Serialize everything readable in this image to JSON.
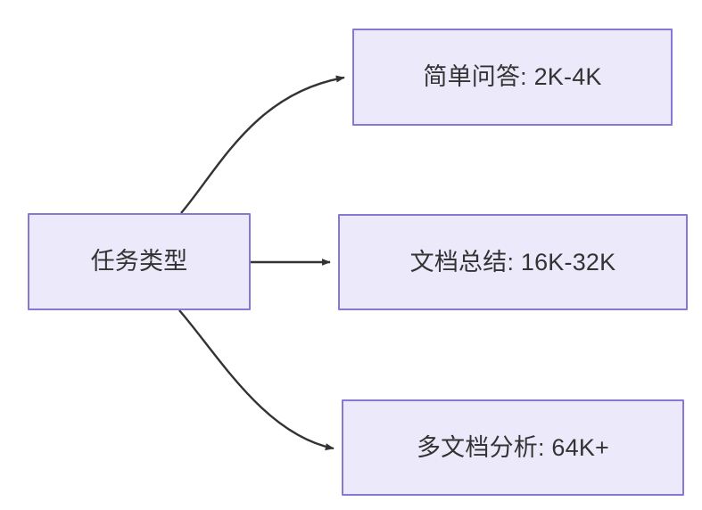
{
  "diagram": {
    "type": "flowchart",
    "direction": "left-to-right",
    "background_color": "#FFFFFF",
    "node_fill_color": "#ECEAFA",
    "node_border_color": "#8A76D4",
    "node_text_color": "#333333",
    "edge_color": "#333333",
    "nodes": [
      {
        "id": "source",
        "label": "任务类型",
        "role": "root"
      },
      {
        "id": "simple-qa",
        "label": "简单问答: 2K-4K",
        "role": "leaf"
      },
      {
        "id": "doc-summary",
        "label": "文档总结: 16K-32K",
        "role": "leaf"
      },
      {
        "id": "multi-doc",
        "label": "多文档分析: 64K+",
        "role": "leaf"
      }
    ],
    "edges": [
      {
        "id": "edge-source-to-simple-qa",
        "from": "source",
        "to": "simple-qa",
        "label": "",
        "style": "curved-arrow"
      },
      {
        "id": "edge-source-to-doc-summary",
        "from": "source",
        "to": "doc-summary",
        "label": "",
        "style": "straight-arrow"
      },
      {
        "id": "edge-source-to-multi-doc",
        "from": "source",
        "to": "multi-doc",
        "label": "",
        "style": "curved-arrow"
      }
    ]
  }
}
